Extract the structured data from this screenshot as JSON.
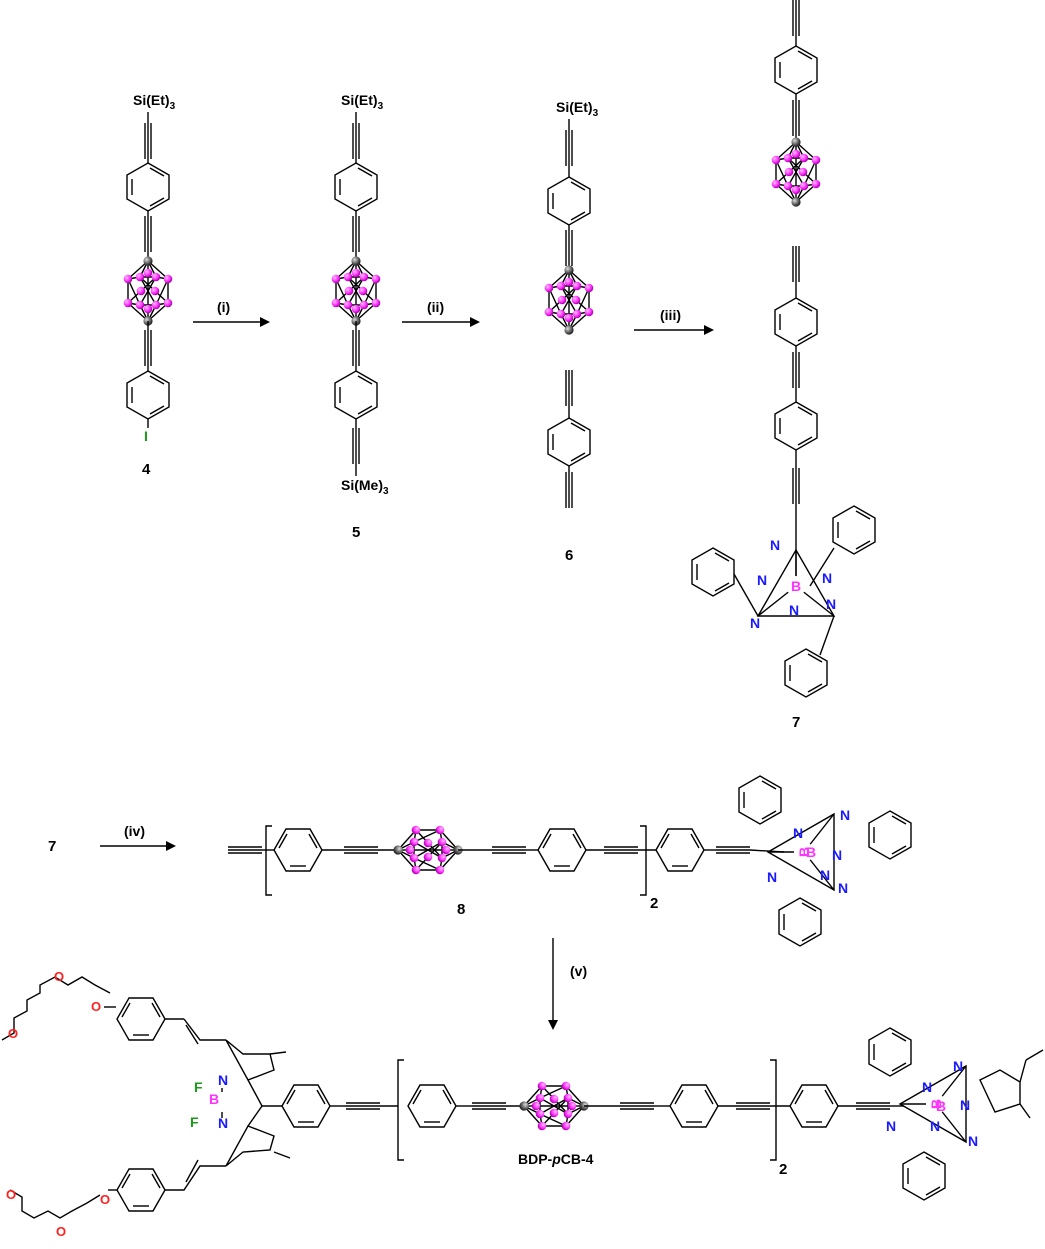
{
  "labels": {
    "cmpd4": "4",
    "cmpd5": "5",
    "cmpd6": "6",
    "cmpd7_top": "7",
    "cmpd7_left": "7",
    "cmpd8": "8",
    "final_prefix": "BDP-",
    "final_italic": "p",
    "final_suffix": "CB-4"
  },
  "conditions": [
    "(i)",
    "(ii)",
    "(iii)",
    "(iv)",
    "(v)"
  ],
  "groups": {
    "si_et3_main": "Si(Et)",
    "si_me3_main": "Si(Me)",
    "sub3": "3",
    "repeat_2": "2"
  },
  "atoms": {
    "N": "N",
    "B": "B",
    "O": "O",
    "F": "F",
    "I": "I"
  },
  "colors": {
    "carborane_boron": "#ff33ff",
    "carbon_sphere": "#555555",
    "nitrogen": "#1a1aff",
    "boron": "#ff33ff",
    "oxygen": "#ff2020",
    "fluorine": "#1c9a1c",
    "iodine": "#1c9a1c"
  }
}
